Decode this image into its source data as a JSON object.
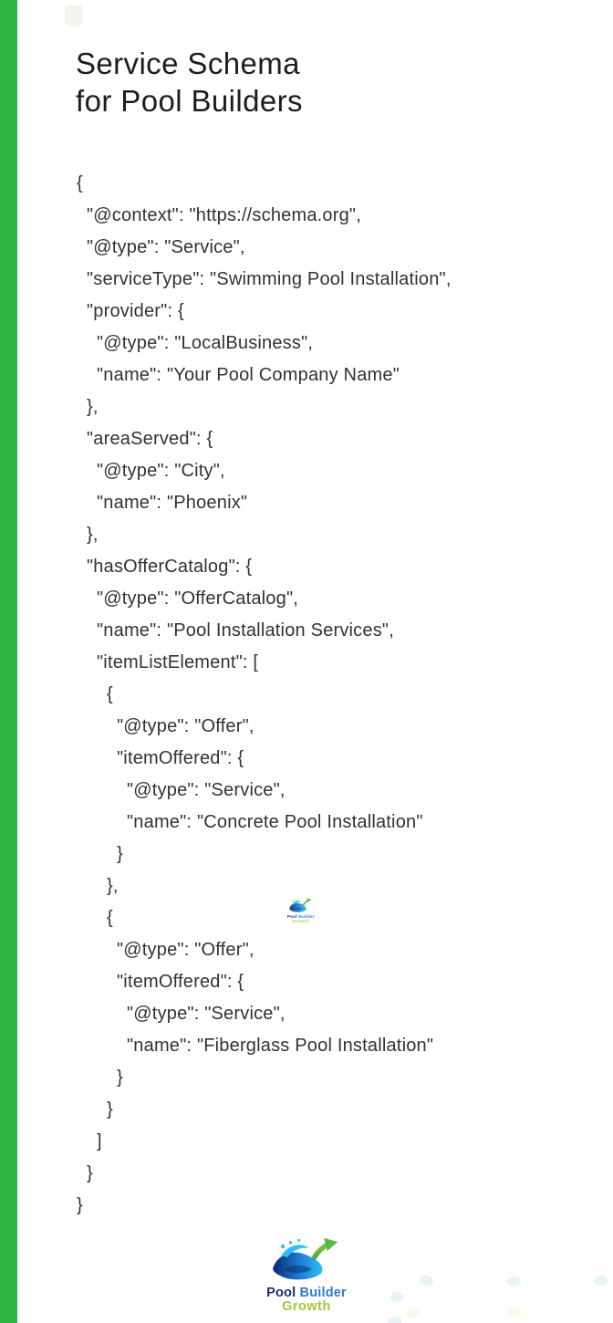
{
  "colors": {
    "sidebar_green": "#2eb843",
    "title_color": "#1d1d1d",
    "code_color": "#323232",
    "logo_pool": "#1b2a70",
    "logo_builder": "#2e7ccc",
    "logo_growth": "#9cc93c"
  },
  "header": {
    "title_line1": "Service Schema",
    "title_line2": "for Pool Builders"
  },
  "code": {
    "lines": [
      {
        "indent": 0,
        "text": "{"
      },
      {
        "indent": 1,
        "text": "\"@context\": \"https://schema.org\","
      },
      {
        "indent": 1,
        "text": "\"@type\": \"Service\","
      },
      {
        "indent": 1,
        "text": "\"serviceType\": \"Swimming Pool Installation\","
      },
      {
        "indent": 1,
        "text": "\"provider\": {"
      },
      {
        "indent": 2,
        "text": "\"@type\": \"LocalBusiness\","
      },
      {
        "indent": 2,
        "text": "\"name\": \"Your Pool Company Name\""
      },
      {
        "indent": 1,
        "text": "},"
      },
      {
        "indent": 1,
        "text": "\"areaServed\": {"
      },
      {
        "indent": 2,
        "text": "\"@type\": \"City\","
      },
      {
        "indent": 2,
        "text": "\"name\": \"Phoenix\""
      },
      {
        "indent": 1,
        "text": "},"
      },
      {
        "indent": 1,
        "text": "\"hasOfferCatalog\": {"
      },
      {
        "indent": 2,
        "text": "\"@type\": \"OfferCatalog\","
      },
      {
        "indent": 2,
        "text": "\"name\": \"Pool Installation Services\","
      },
      {
        "indent": 2,
        "text": "\"itemListElement\": ["
      },
      {
        "indent": 3,
        "text": "{"
      },
      {
        "indent": 4,
        "text": "\"@type\": \"Offer\","
      },
      {
        "indent": 4,
        "text": "\"itemOffered\": {"
      },
      {
        "indent": 5,
        "text": "\"@type\": \"Service\","
      },
      {
        "indent": 5,
        "text": "\"name\": \"Concrete Pool Installation\""
      },
      {
        "indent": 4,
        "text": "}"
      },
      {
        "indent": 3,
        "text": "},"
      },
      {
        "indent": 3,
        "text": "{"
      },
      {
        "indent": 4,
        "text": "\"@type\": \"Offer\","
      },
      {
        "indent": 4,
        "text": "\"itemOffered\": {"
      },
      {
        "indent": 5,
        "text": "\"@type\": \"Service\","
      },
      {
        "indent": 5,
        "text": "\"name\": \"Fiberglass Pool Installation\""
      },
      {
        "indent": 4,
        "text": "}"
      },
      {
        "indent": 3,
        "text": "}"
      },
      {
        "indent": 2,
        "text": "]"
      },
      {
        "indent": 1,
        "text": "}"
      },
      {
        "indent": 0,
        "text": "}"
      }
    ]
  },
  "logo": {
    "word_pool": "Pool",
    "word_builder": "Builder",
    "word_growth": "Growth"
  }
}
